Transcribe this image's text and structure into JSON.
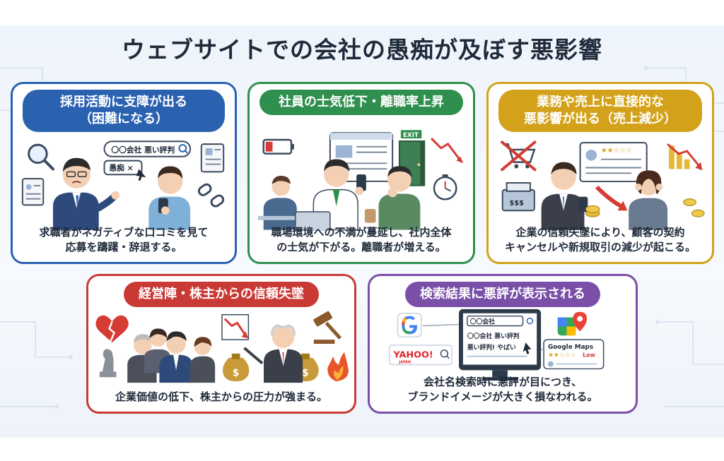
{
  "title": "ウェブサイトでの会社の愚痴が及ぼす悪影響",
  "cards": [
    {
      "heading": [
        "採用活動に支障が出る",
        "（困難になる）"
      ],
      "search_text": "〇〇会社 悪い評判",
      "chip_text": "愚痴 ×",
      "description": [
        "求職者がネガティブな口コミを見て",
        "応募を躊躇・辞退する。"
      ]
    },
    {
      "heading": [
        "社員の士気低下・離職率上昇"
      ],
      "exit_sign": "EXIT",
      "description": [
        "職場環境への不満が蔓延し、社内全体",
        "の士気が下がる。離職者が増える。"
      ]
    },
    {
      "heading": [
        "業務や売上に直接的な",
        "悪影響が出る（売上減少）"
      ],
      "register_text": "$$$",
      "description": [
        "企業の信頼失墜により、顧客の契約",
        "キャンセルや新規取引の減少が起こる。"
      ]
    },
    {
      "heading": [
        "経営陣・株主からの信頼失墜"
      ],
      "description": [
        "企業価値の低下、株主からの圧力が強まる。"
      ]
    },
    {
      "heading": [
        "検索結果に悪評が表示される"
      ],
      "search_text": "〇〇会社",
      "result_line1": "〇〇会社 悪い評判",
      "result_line2": "悪い評判! やばい",
      "yahoo_logo": "YAHOO!",
      "yahoo_sub": "JAPAN",
      "maps_label": "Google Maps",
      "maps_rating": "Low",
      "description": [
        "会社名検索時に悪評が目につき、",
        "ブランドイメージが大きく損なわれる。"
      ]
    }
  ],
  "colors": {
    "blue": "#2a62b0",
    "green": "#2f8f4e",
    "gold": "#d3a21a",
    "red": "#c93a35",
    "purple": "#7a4fa8"
  }
}
